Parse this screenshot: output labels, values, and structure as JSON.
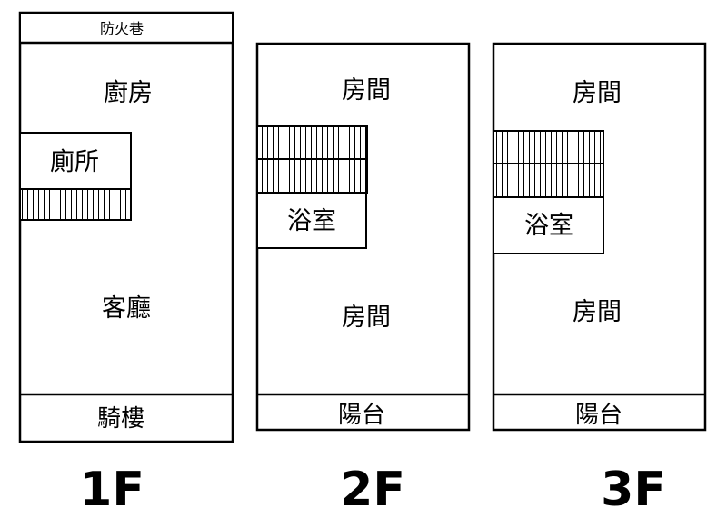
{
  "floors": [
    {
      "label": "1F",
      "rooms": {
        "fire_lane": "防火巷",
        "kitchen": "廚房",
        "toilet": "廁所",
        "living_room": "客廳",
        "arcade": "騎樓"
      }
    },
    {
      "label": "2F",
      "rooms": {
        "bedroom_front": "房間",
        "bathroom": "浴室",
        "bedroom_back": "房間",
        "balcony": "陽台"
      }
    },
    {
      "label": "3F",
      "rooms": {
        "bedroom_front": "房間",
        "bathroom": "浴室",
        "bedroom_back": "房間",
        "balcony": "陽台"
      }
    }
  ]
}
